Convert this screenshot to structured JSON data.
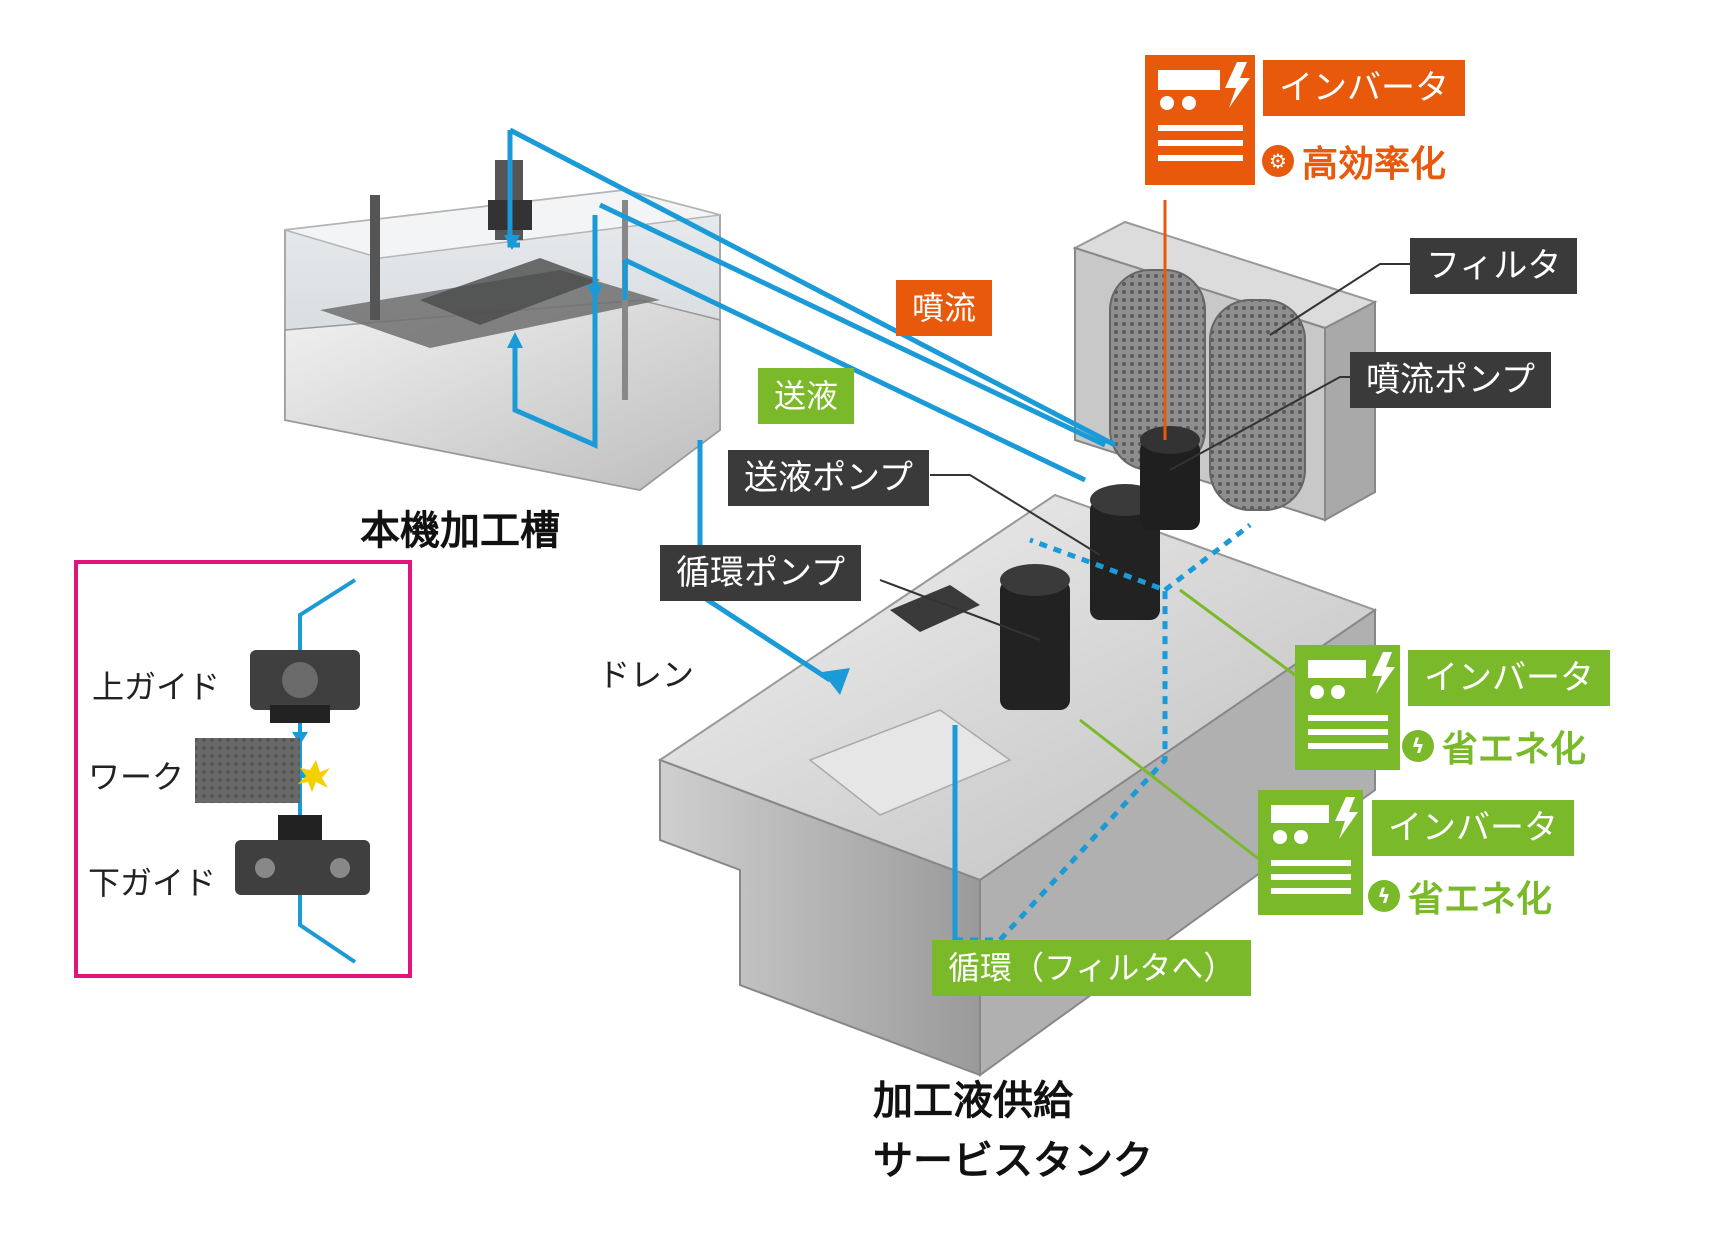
{
  "colors": {
    "orange": "#e8590c",
    "green": "#7ab929",
    "dark_label": "#3a3a3a",
    "flow_blue": "#1a9ad6",
    "inset_frame": "#e0147a"
  },
  "machine_tank": {
    "title": "本機加工槽"
  },
  "supply_tank": {
    "title_line1": "加工液供給",
    "title_line2": "サービスタンク"
  },
  "flows": {
    "jet": "噴流",
    "feed": "送液",
    "circulation": "循環（フィルタへ）",
    "drain": "ドレン"
  },
  "components": {
    "filter": "フィルタ",
    "jet_pump": "噴流ポンプ",
    "feed_pump": "送液ポンプ",
    "circ_pump": "循環ポンプ"
  },
  "inverters": [
    {
      "label": "インバータ",
      "benefit": "高効率化",
      "benefit_icon": "gear-clock-icon",
      "color": "#e8590c"
    },
    {
      "label": "インバータ",
      "benefit": "省エネ化",
      "benefit_icon": "lightning-leaf-icon",
      "color": "#7ab929"
    },
    {
      "label": "インバータ",
      "benefit": "省エネ化",
      "benefit_icon": "lightning-leaf-icon",
      "color": "#7ab929"
    }
  ],
  "inset": {
    "upper_guide": "上ガイド",
    "work": "ワーク",
    "lower_guide": "下ガイド"
  }
}
